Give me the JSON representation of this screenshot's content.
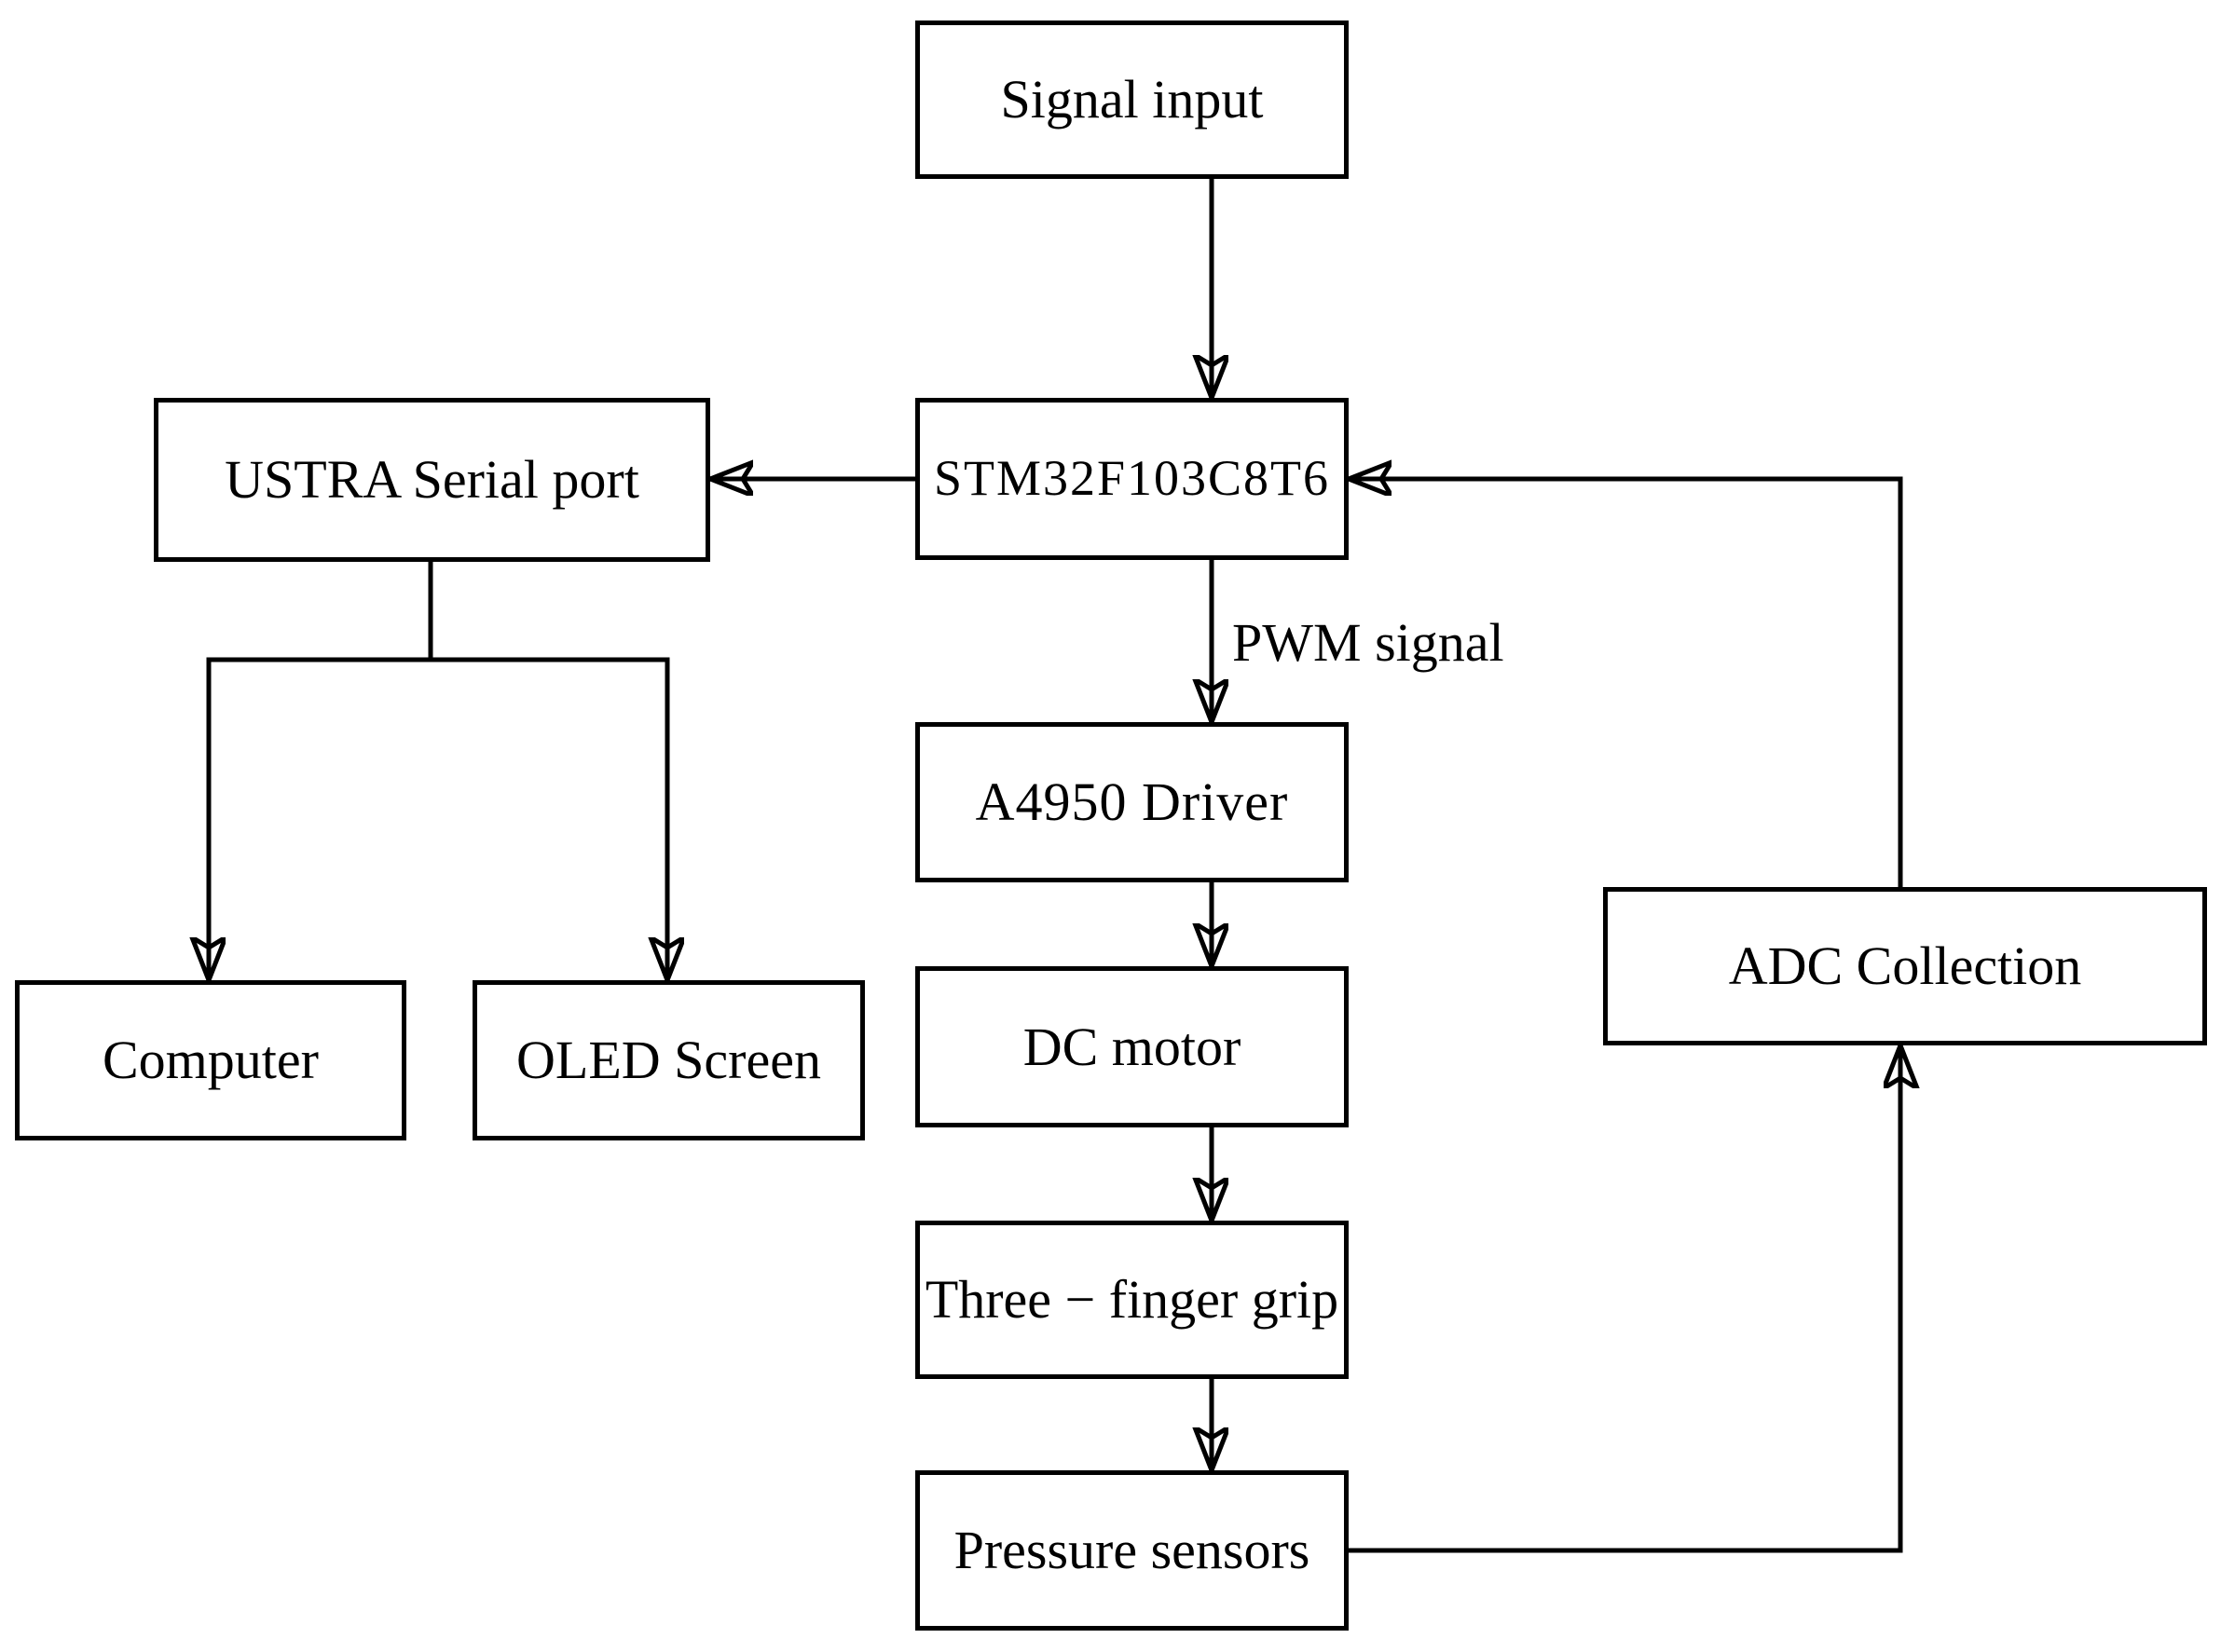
{
  "boxes": {
    "signal_input": {
      "label": "Signal input"
    },
    "stm32": {
      "label": "STM32F103C8T6"
    },
    "ustra_serial_port": {
      "label": "USTRA Serial port"
    },
    "a4950_driver": {
      "label": "A4950 Driver"
    },
    "dc_motor": {
      "label": "DC motor"
    },
    "three_finger_grip": {
      "label": "Three − finger grip"
    },
    "pressure_sensors": {
      "label": "Pressure sensors"
    },
    "computer": {
      "label": "Computer"
    },
    "oled_screen": {
      "label": "OLED Screen"
    },
    "adc_collection": {
      "label": "ADC Collection"
    }
  },
  "edge_labels": {
    "pwm_signal": "PWM signal"
  },
  "edges": [
    {
      "from": "signal_input",
      "to": "stm32",
      "label": ""
    },
    {
      "from": "stm32",
      "to": "ustra_serial_port",
      "label": ""
    },
    {
      "from": "ustra_serial_port",
      "to": "computer",
      "label": ""
    },
    {
      "from": "ustra_serial_port",
      "to": "oled_screen",
      "label": ""
    },
    {
      "from": "stm32",
      "to": "a4950_driver",
      "label": "PWM signal"
    },
    {
      "from": "a4950_driver",
      "to": "dc_motor",
      "label": ""
    },
    {
      "from": "dc_motor",
      "to": "three_finger_grip",
      "label": ""
    },
    {
      "from": "three_finger_grip",
      "to": "pressure_sensors",
      "label": ""
    },
    {
      "from": "pressure_sensors",
      "to": "adc_collection",
      "label": ""
    },
    {
      "from": "adc_collection",
      "to": "stm32",
      "label": ""
    }
  ],
  "colors": {
    "background": "#ffffff",
    "line": "#000000",
    "text": "#000000",
    "box_fill": "#ffffff",
    "box_border": "#000000"
  }
}
